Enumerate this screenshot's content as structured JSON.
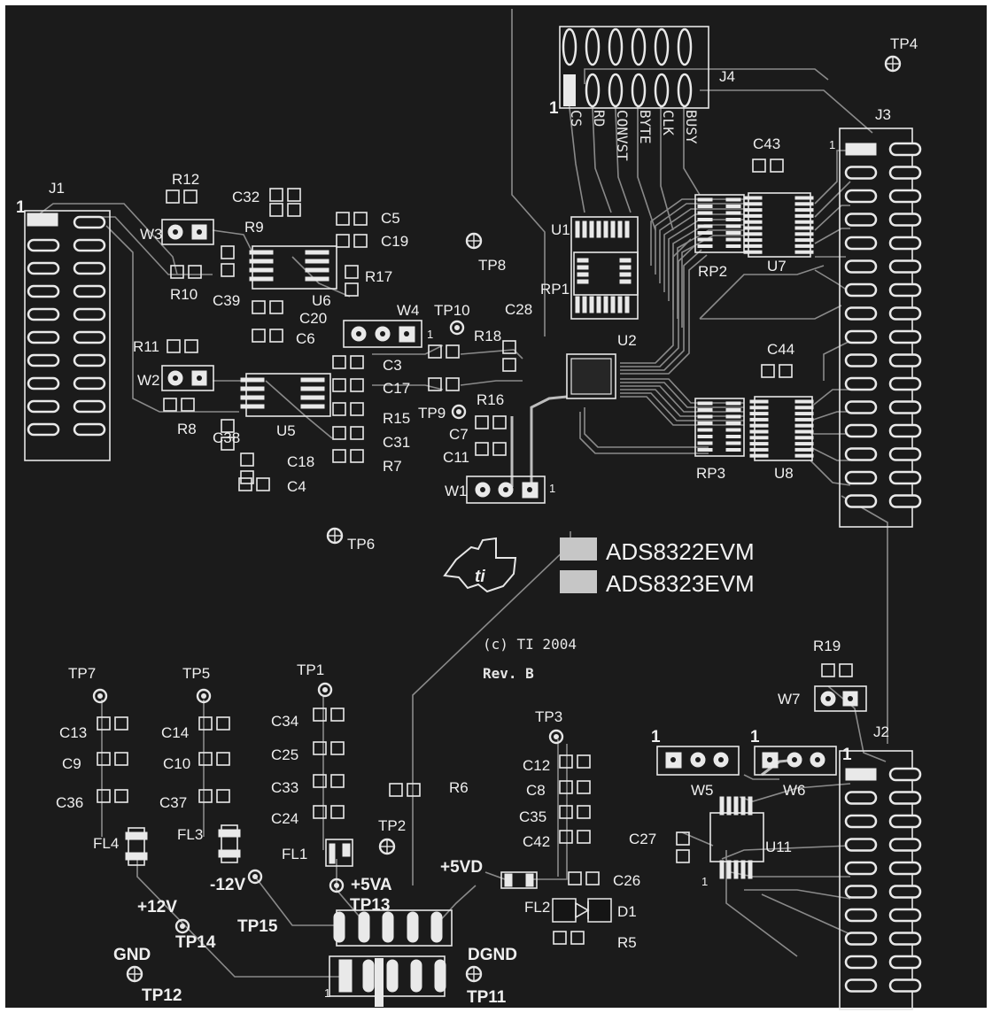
{
  "board": {
    "title_1": "ADS8322EVM",
    "title_2": "ADS8323EVM",
    "copyright": "(c) TI 2004",
    "revision": "Rev. B",
    "colors": {
      "board": "#1b1b1b",
      "silk": "#e6e6e6",
      "pad": "#e9e9e9",
      "trace": "#8a8a8a"
    }
  },
  "connectors": {
    "J1": "J1",
    "J2": "J2",
    "J3": "J3",
    "J4": "J4",
    "pin1": "1",
    "j4_signals": [
      "CS",
      "RD",
      "CONVST",
      "BYTE",
      "CLK",
      "BUSY"
    ]
  },
  "ics": {
    "U1": "U1",
    "U2": "U2",
    "U5": "U5",
    "U6": "U6",
    "U7": "U7",
    "U8": "U8",
    "U11": "U11",
    "RP1": "RP1",
    "RP2": "RP2",
    "RP3": "RP3"
  },
  "jumpers": {
    "W1": "W1",
    "W2": "W2",
    "W3": "W3",
    "W4": "W4",
    "W5": "W5",
    "W6": "W6",
    "W7": "W7"
  },
  "testpoints": {
    "TP1": "TP1",
    "TP2": "TP2",
    "TP3": "TP3",
    "TP4": "TP4",
    "TP5": "TP5",
    "TP6": "TP6",
    "TP7": "TP7",
    "TP8": "TP8",
    "TP9": "TP9",
    "TP10": "TP10",
    "TP11": "TP11",
    "TP12": "TP12",
    "TP13": "TP13",
    "TP14": "TP14",
    "TP15": "TP15"
  },
  "power_labels": {
    "p12": "+12V",
    "m12": "-12V",
    "p5va": "+5VA",
    "p5vd": "+5VD",
    "gnd": "GND",
    "dgnd": "DGND"
  },
  "components": {
    "R12": "R12",
    "R9": "R9",
    "R10": "R10",
    "R17": "R17",
    "R11": "R11",
    "R8": "R8",
    "R18": "R18",
    "R16": "R16",
    "R15": "R15",
    "R7": "R7",
    "R6": "R6",
    "R5": "R5",
    "R19": "R19",
    "C32": "C32",
    "C5": "C5",
    "C19": "C19",
    "C39": "C39",
    "C20": "C20",
    "C6": "C6",
    "C3": "C3",
    "C17": "C17",
    "C31": "C31",
    "C18": "C18",
    "C4": "C4",
    "C38": "C38",
    "C28": "C28",
    "C7": "C7",
    "C11": "C11",
    "C43": "C43",
    "C44": "C44",
    "C13": "C13",
    "C9": "C9",
    "C36": "C36",
    "C14": "C14",
    "C10": "C10",
    "C37": "C37",
    "C34": "C34",
    "C25": "C25",
    "C33": "C33",
    "C24": "C24",
    "C12": "C12",
    "C8": "C8",
    "C35": "C35",
    "C42": "C42",
    "C26": "C26",
    "C27": "C27",
    "FL1": "FL1",
    "FL2": "FL2",
    "FL3": "FL3",
    "FL4": "FL4",
    "D1": "D1"
  }
}
